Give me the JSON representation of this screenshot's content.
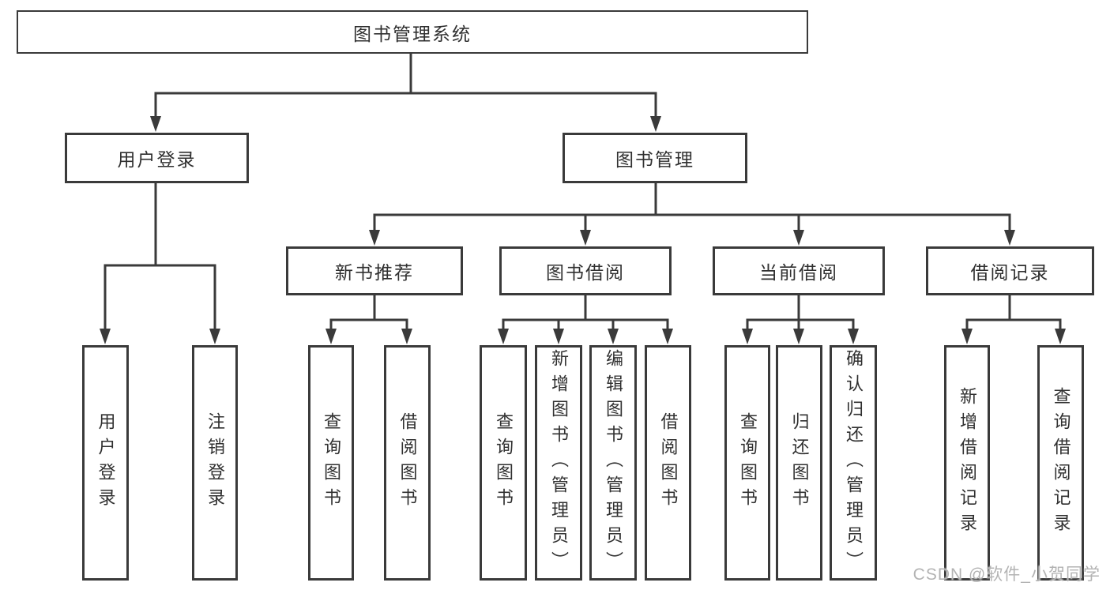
{
  "tree": {
    "root": {
      "label": "图书管理系统",
      "children": [
        {
          "label": "用户登录",
          "children": [
            {
              "label": "用户登录"
            },
            {
              "label": "注销登录"
            }
          ]
        },
        {
          "label": "图书管理",
          "children": [
            {
              "label": "新书推荐",
              "children": [
                {
                  "label": "查询图书"
                },
                {
                  "label": "借阅图书"
                }
              ]
            },
            {
              "label": "图书借阅",
              "children": [
                {
                  "label": "查询图书"
                },
                {
                  "label": "新增图书（管理员）"
                },
                {
                  "label": "编辑图书（管理员）"
                },
                {
                  "label": "借阅图书"
                }
              ]
            },
            {
              "label": "当前借阅",
              "children": [
                {
                  "label": "查询图书"
                },
                {
                  "label": "归还图书"
                },
                {
                  "label": "确认归还（管理员）"
                }
              ]
            },
            {
              "label": "借阅记录",
              "children": [
                {
                  "label": "新增借阅记录"
                },
                {
                  "label": "查询借阅记录"
                }
              ]
            }
          ]
        }
      ]
    }
  },
  "watermark": "CSDN @软件_小贺同学",
  "colors": {
    "line": "#3a3a3a",
    "border": "#3a3a3a",
    "text": "#303030",
    "background": "#ffffff",
    "watermark": "#b3b3b3"
  }
}
